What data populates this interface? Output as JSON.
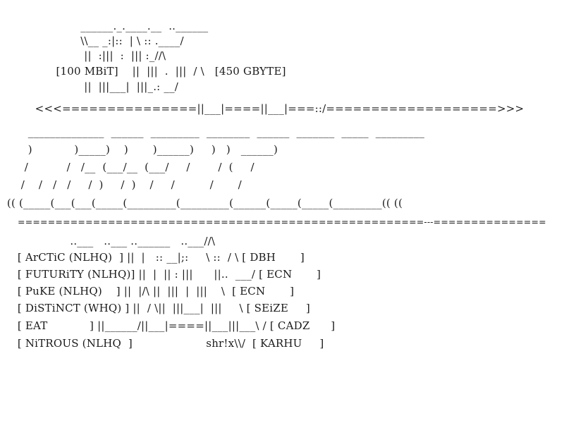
{
  "art": {
    "lines": [
      "                       ______._.____.__  ..______",
      "                       \\\\__ _:|::  | \\ :: .____/",
      "                        ||  :|||  :  ||| :_//\\",
      "                [100 MBiT]    ||  |||  .  |||  / \\   [450 GBYTE]",
      "                        ||  |||___|  |||_.: __/",
      "          <<<===============||___|====||___|===::/===================>>>",
      "        ______________  ______  _________  ________  ______  _______  _____  _________",
      "        )            )_____)    )       )______)     )   )   ______)",
      "       /           /   /__  (___/__  (___/     /        /  (     /",
      "      /    /   /   /     /  )     /  )    /     /          /       /",
      "  (( (_____(___(___(_____(_________(_________(______(_____(_____(_________(( ((",
      "      ======================================================---===============",
      "                    ..___   ..___ ..______   ..___//\\",
      "     [ ArCTiC (NLHQ)  ] ||  |   :: __|;:     \\ ::  / \\ [ DBH       ]",
      "     [ FUTURiTY (NLHQ)] ||  |  || : |||      ||..  ___/ [ ECN       ]",
      "     [ PuKE (NLHQ)    ] ||  |/\\ ||  |||  |  |||    \\  [ ECN       ]",
      "     [ DiSTiNCT (WHQ) ] ||  / \\||  |||___|  |||     \\ [ SEiZE     ]",
      "     [ EAT            ] ||______/||___|====||___|||___\\ / [ CADZ      ]",
      "     [ NiTROUS (NLHQ  ]                     shr!x\\\\/  [ KARHU     ]"
    ]
  }
}
